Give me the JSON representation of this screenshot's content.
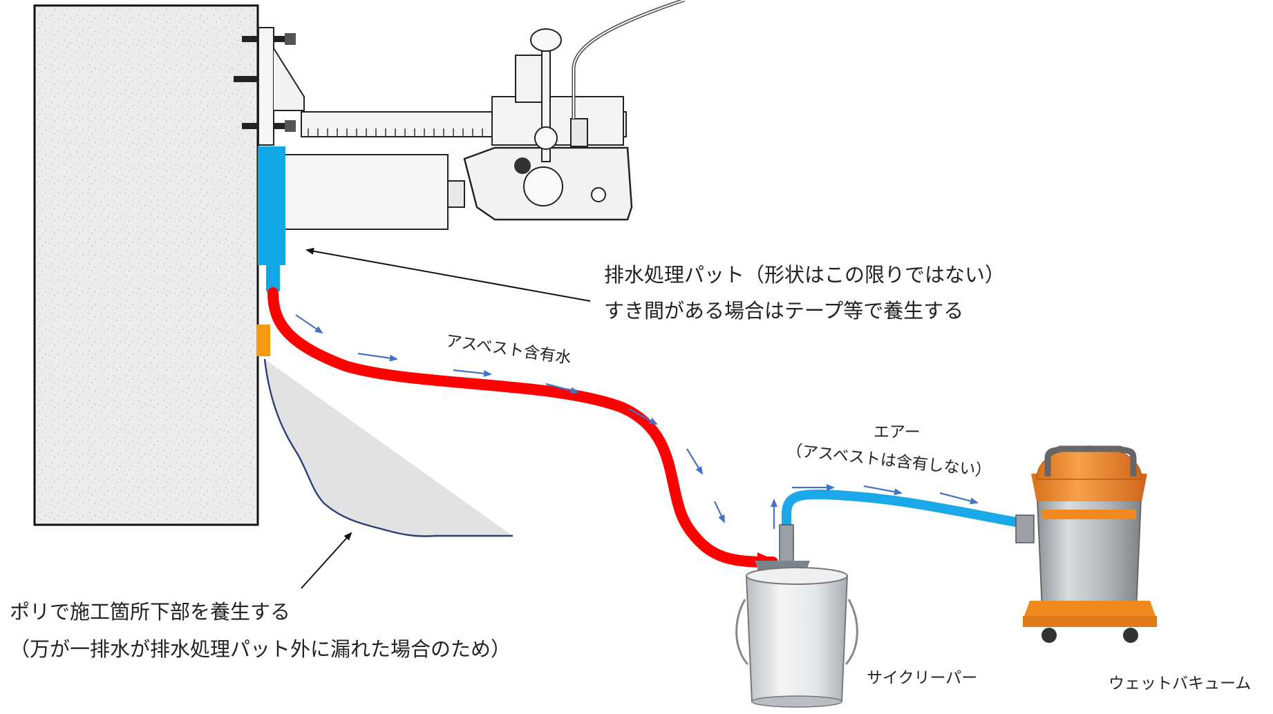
{
  "labels": {
    "pad_line1": "排水処理パット（形状はこの限りではない）",
    "pad_line2": "すき間がある場合はテープ等で養生する",
    "asbestos_water": "アスベスト含有水",
    "air": "エアー",
    "air_note": "（アスベストは含有しない）",
    "poly_line1": "ポリで施工箇所下部を養生する",
    "poly_line2": "（万が一排水が排水処理パット外に漏れた場合のため）",
    "cyclepar": "サイクリーパー",
    "wet_vacuum": "ウェットバキューム"
  },
  "colors": {
    "wall": "#ececec",
    "water_pad": "#10a6e8",
    "contaminated_hose": "#ff0000",
    "air_hose": "#1aa8e8",
    "tape": "#f39a12",
    "poly_sheet": "#e0e0e0",
    "poly_edge": "#2c3e7a",
    "flow_arrow": "#4472c4",
    "vacuum_body": "#f08a1e"
  },
  "icons": {
    "drill": "core-drill-icon",
    "pail": "cyclepar-pail-icon",
    "vacuum": "wet-vacuum-icon"
  }
}
